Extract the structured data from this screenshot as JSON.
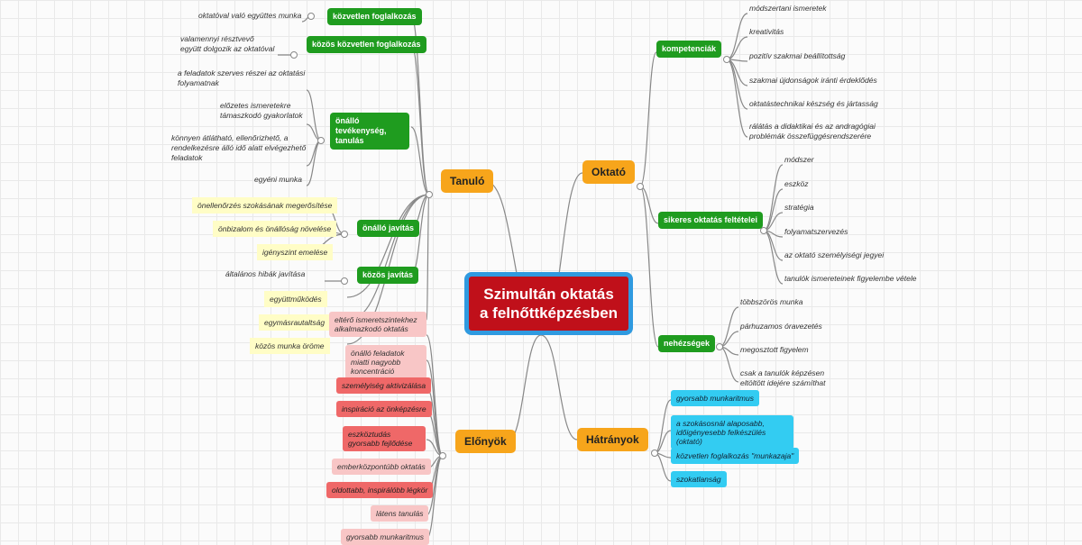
{
  "central": {
    "line1": "Szimultán oktatás",
    "line2": "a felnőttképzésben"
  },
  "tanulo": {
    "label": "Tanuló",
    "kozvetlen": {
      "label": "közvetlen foglalkozás",
      "child": "oktatóval való együttes munka"
    },
    "kozos_kozvetlen": {
      "label": "közös közvetlen foglalkozás",
      "child": "valamennyi résztvevő együtt dolgozik az oktatóval"
    },
    "onallo_tev": {
      "label": "önálló tevékenység, tanulás",
      "children": [
        "a feladatok szerves részei az oktatási folyamatnak",
        "előzetes ismeretekre támaszkodó gyakorlatok",
        "könnyen átlátható, ellenőrizhető, a rendelkezésre álló idő alatt elvégezhető feladatok",
        "egyéni munka"
      ]
    },
    "onallo_jav": {
      "label": "önálló javítás",
      "children": [
        "önellenőrzés szokásának megerősítése",
        "önbizalom és önállóság növelése",
        "igényszint emelése"
      ]
    },
    "kozos_jav": {
      "label": "közös javítás",
      "child": "általános hibák javítása"
    },
    "extra": [
      "együttműködés",
      "egymásrautaltság",
      "közös munka öröme"
    ]
  },
  "elonyok": {
    "label": "Előnyök",
    "items": [
      "eltérő ismeretszintekhez alkalmazkodó oktatás",
      "önálló feladatok miatti nagyobb koncentráció",
      "személyiség aktivizálása",
      "inspiráció az önképzésre",
      "eszköztudás gyorsabb fejlődése",
      "emberközpontúbb oktatás",
      "oldottabb, inspirálóbb légkör",
      "látens tanulás",
      "gyorsabb munkaritmus"
    ]
  },
  "oktato": {
    "label": "Oktató",
    "kompetenciak": {
      "label": "kompetenciák",
      "children": [
        "módszertani ismeretek",
        "kreativitás",
        "pozitív szakmai beállítottság",
        "szakmai újdonságok iránti érdeklődés",
        "oktatástechnikai készség és jártasság",
        "rálátás a didaktikai és az andragógiai problémák összefüggésrendszerére"
      ]
    },
    "feltetelek": {
      "label": "sikeres oktatás feltételei",
      "children": [
        "módszer",
        "eszköz",
        "stratégia",
        "folyamatszervezés",
        "az oktató személyiségi jegyei",
        "tanulók ismereteinek figyelembe vétele"
      ]
    },
    "nehezsegek": {
      "label": "nehézségek",
      "children": [
        "többszörös munka",
        "párhuzamos óravezetés",
        "megosztott figyelem",
        "csak a tanulók képzésen eltöltött idejére számíthat"
      ]
    }
  },
  "hatranyok": {
    "label": "Hátrányok",
    "items": [
      "gyorsabb munkaritmus",
      "a szokásosnál alaposabb, időigényesebb felkészülés (oktató)",
      "közvetlen foglalkozás \"munkazaja\"",
      "szokatlanság"
    ]
  },
  "colors": {
    "central_bg": "#c0101a",
    "central_border": "#2f9ae0",
    "main_topic": "#f7a51b",
    "subtopic": "#1f9c1f",
    "yellow_leaf": "#fffdc6",
    "pink_leaf": "#f8c6c6",
    "red_leaf": "#ef6868",
    "cyan_leaf": "#33ccf2",
    "connector": "#888888"
  }
}
